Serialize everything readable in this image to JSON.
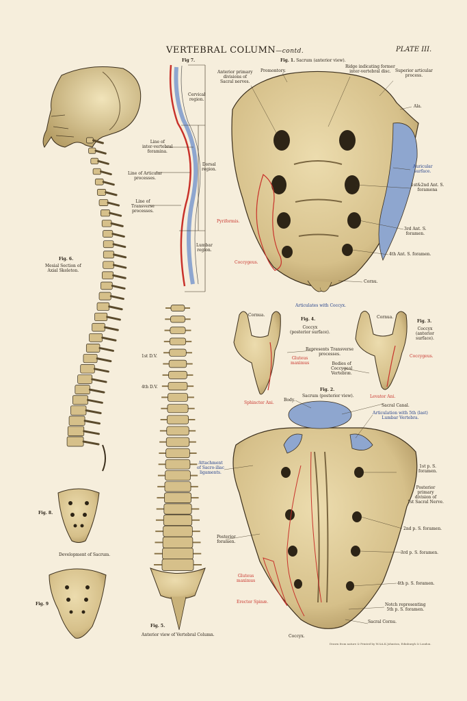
{
  "header": {
    "title": "VERTEBRAL COLUMN",
    "title_suffix": "—contd.",
    "plate": "PLATE III."
  },
  "fig6": {
    "label": "Fig. 6.",
    "caption": "Mesial Section of\nAxial Skeleton."
  },
  "fig7": {
    "label": "Fig 7.",
    "cervical": "Cervical\nregion.",
    "dorsal": "Dorsal\nregion.",
    "lumbar": "Lumbar\nregion.",
    "intervertebral": "Line of\ninter-vertebral\nforamina.",
    "articular": "Line of Articular\nprocesses.",
    "transverse": "Line of\nTransverse\nprocesses."
  },
  "fig1": {
    "label": "Fig. 1.",
    "title": "Sacrum (anterior view).",
    "anterior_divisions": "Anterior primary\ndivisions of\nSacral nerves.",
    "promontory": "Promontory.",
    "ridges": "Ridge indicating former\ninter-vertebral disc.",
    "superior": "Superior articular\nprocess.",
    "ala": "Ala.",
    "auricular": "Auricular\nsurface.",
    "first_second": "1st&2nd Ant. S.\nforamena",
    "third": "3rd Ant. S.\nforamen.",
    "fourth": "4th Ant. S. foramen.",
    "pyriformis": "Pyriformis.",
    "coccygeus": "Coccygeus.",
    "cornu": "Cornu.",
    "articulates": "Articulates with Coccyx."
  },
  "fig4": {
    "label": "Fig. 4.",
    "title": "Coccyx\n(posterior surface).",
    "cornua": "Cornua.",
    "gluteus": "Gluteus\nmaximus",
    "sphincter": "Sphincter Ani."
  },
  "fig3": {
    "label": "Fig. 3.",
    "title": "Coccyx\n(anterior\nsurface).",
    "cornua": "Cornua.",
    "coccygeus": "Coccygeus.",
    "levator": "Levator Ani."
  },
  "coccyx_shared": {
    "transverse": "Represents Transverse\nprocesses.",
    "bodies": "Bodies of\nCoccygeal\nVertebræ."
  },
  "fig5": {
    "label": "Fig. 5.",
    "caption": "Anterior view of Vertebral Column.",
    "first_dv": "1st D.V.",
    "fourth_dv": "4th D.V."
  },
  "fig2": {
    "label": "Fig. 2.",
    "title": "Sacrum (posterior view).",
    "body": "Body.",
    "sacral_canal": "Sacral Canal.",
    "articulation": "Articulation with 5th (last)\nLumbar Vertebra.",
    "attachment": "Attachment\nof Sacro-iliac\nligaments.",
    "first_ps": "1st p. S.\nforamen.",
    "posterior_primary": "Posterior\nprimary\ndivision of\n1st Sacral Nerve.",
    "second_ps": "2nd p. S. foramen.",
    "third_ps": "3rd p. S. foramen.",
    "fourth_ps": "4th p. S. foramen.",
    "notch": "Notch representing\n5th p. S. foramen.",
    "sacral_cornu": "Sacral Cornu.",
    "coccyx": "Coccyx.",
    "posterior_foramen": "Posterior\nforamen.",
    "gluteus": "Gluteus\nmaximus",
    "erector": "Erector Spinæ."
  },
  "fig8": {
    "label": "Fig. 8.",
    "caption": "Development of Sacrum."
  },
  "fig9": {
    "label": "Fig. 9"
  },
  "imprint": "Drawn from nature & Printed by W.&A.K.Johnston, Edinburgh & London.",
  "colors": {
    "paper": "#f6eedc",
    "bone": "#dcc793",
    "bone_shadow": "#a08a58",
    "muscle_red": "#c8312a",
    "cartilage_blue": "#8ea6cf",
    "ink": "#2a2218"
  }
}
